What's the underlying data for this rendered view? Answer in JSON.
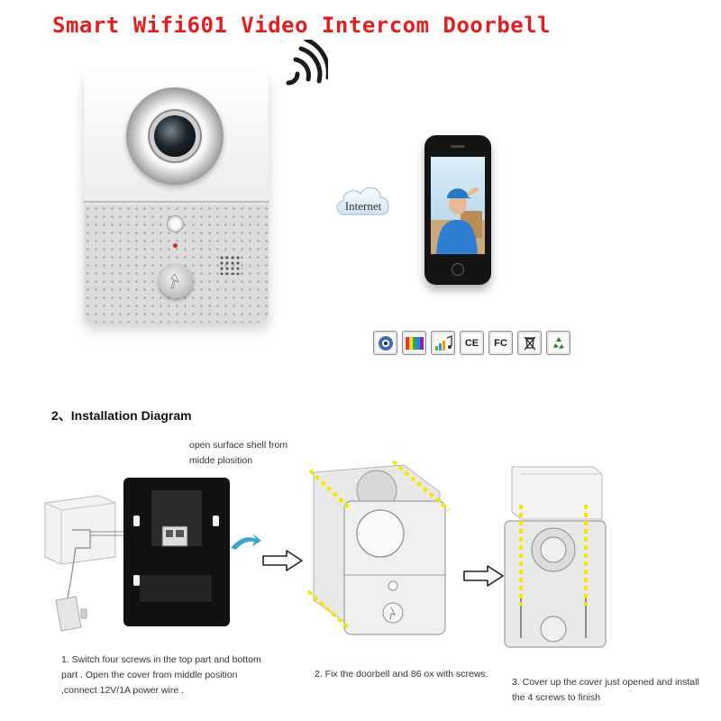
{
  "header": {
    "title": "Smart Wifi601 Video Intercom Doorbell"
  },
  "hero": {
    "cloud_label": "Internet",
    "certifications": [
      {
        "icon": "camera-lens-icon"
      },
      {
        "icon": "color-display-icon"
      },
      {
        "icon": "music-icon"
      },
      {
        "icon": "ce-mark-icon",
        "label": "CE"
      },
      {
        "icon": "fcc-mark-icon",
        "label": "FC"
      },
      {
        "icon": "weee-bin-icon"
      },
      {
        "icon": "recycle-icon"
      }
    ],
    "colors": {
      "accent": "#e0201f",
      "wifi": "#1a1a1a",
      "screw_guide": "#f3e600"
    }
  },
  "installation": {
    "heading": "2、Installation Diagram",
    "surface_note": "open surface shell from midde plosition",
    "steps": [
      {
        "caption": "1. Switch four screws in the top part and bottom part . Open the cover from middle position ,connect 12V/1A power wire ."
      },
      {
        "caption": "2. Fix the doorbell and 86 ox with screws."
      },
      {
        "caption": "3. Cover up the cover just opened and install the 4 screws to finish"
      }
    ]
  }
}
